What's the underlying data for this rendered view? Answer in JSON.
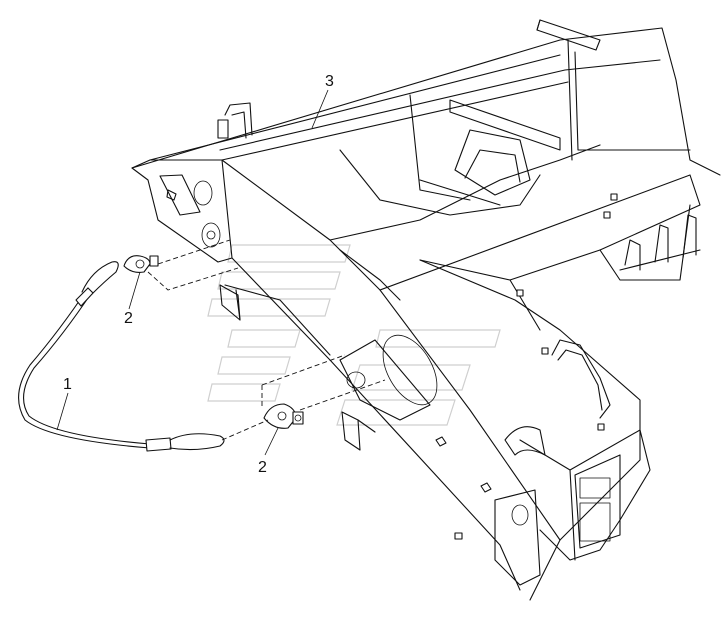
{
  "diagram": {
    "callouts": [
      {
        "id": "cable",
        "label": "1"
      },
      {
        "id": "shackle-top",
        "label": "2"
      },
      {
        "id": "shackle-bottom",
        "label": "2"
      },
      {
        "id": "frame",
        "label": "3"
      }
    ],
    "watermark": "company-logo-watermark",
    "colors": {
      "line": "#111111",
      "background": "#ffffff",
      "watermark": "#cfcfcf"
    }
  }
}
